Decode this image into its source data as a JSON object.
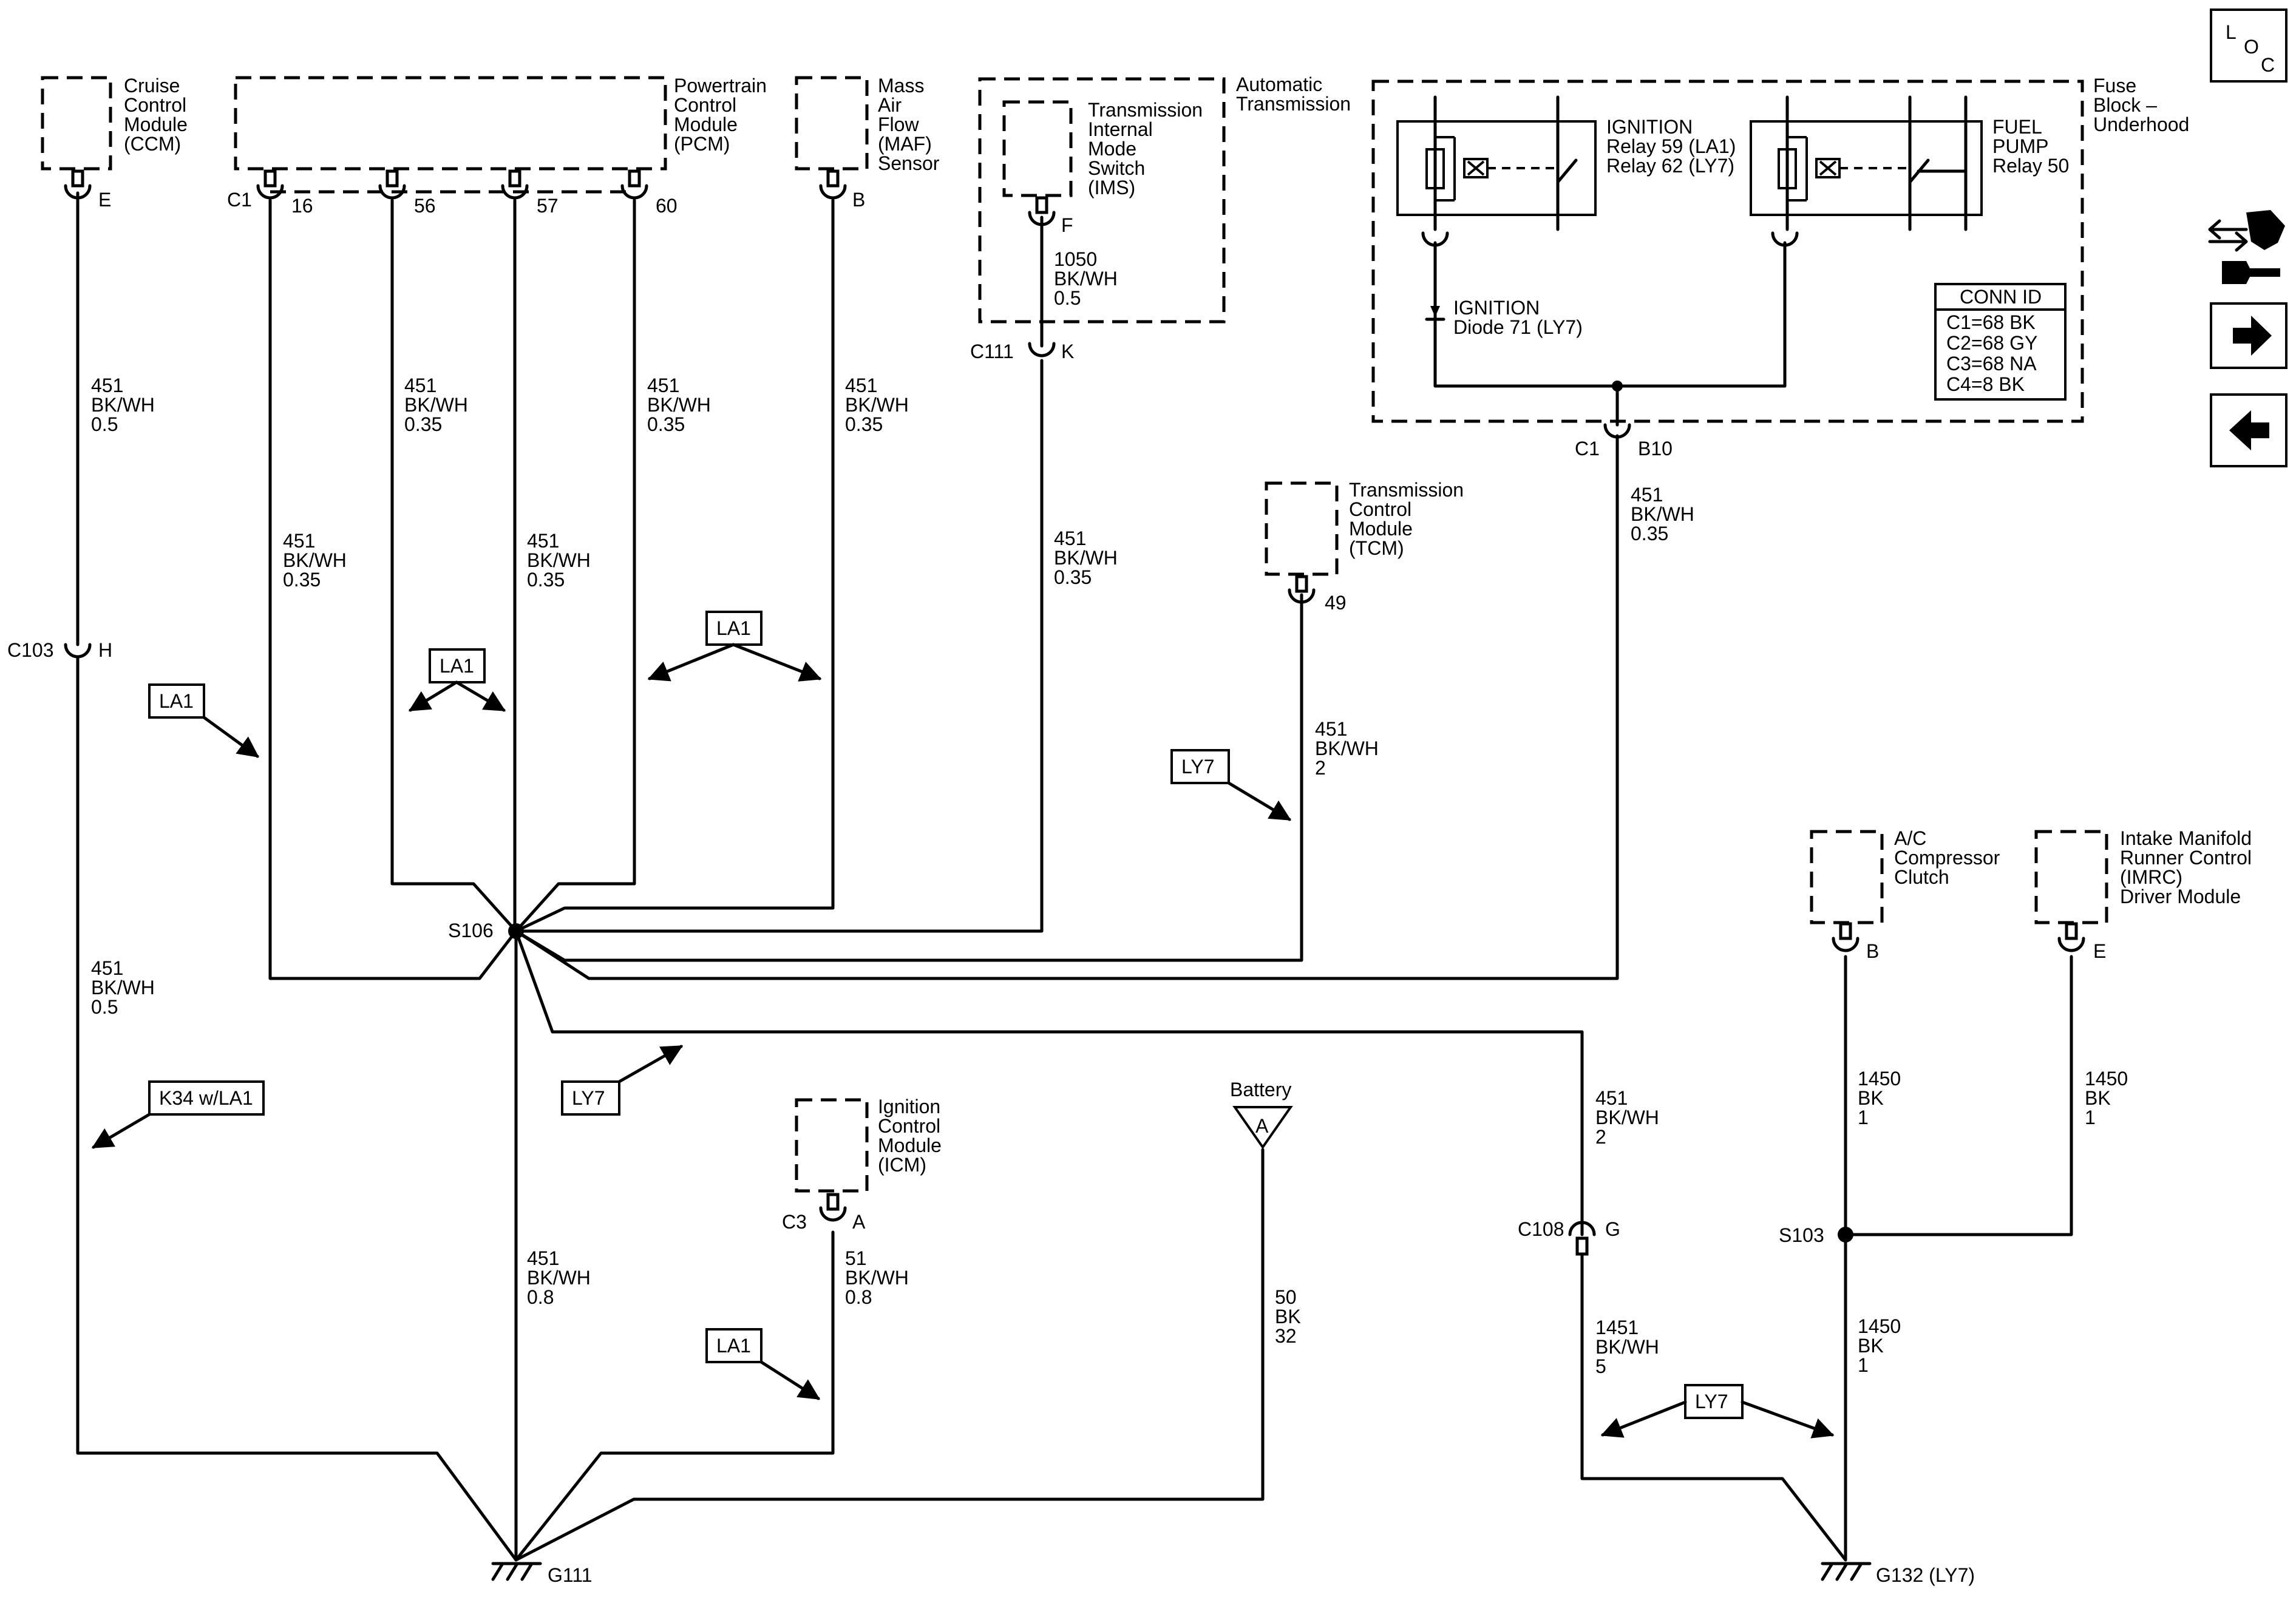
{
  "components": {
    "ccm": [
      "Cruise",
      "Control",
      "Module",
      "(CCM)"
    ],
    "pcm": [
      "Powertrain",
      "Control",
      "Module",
      "(PCM)"
    ],
    "maf": [
      "Mass",
      "Air",
      "Flow",
      "(MAF)",
      "Sensor"
    ],
    "auto_trans": [
      "Automatic",
      "Transmission"
    ],
    "ims": [
      "Transmission",
      "Internal",
      "Mode",
      "Switch",
      "(IMS)"
    ],
    "fuse_block": [
      "Fuse",
      "Block –",
      "Underhood"
    ],
    "ign_relay": [
      "IGNITION",
      "Relay 59 (LA1)",
      "Relay 62 (LY7)"
    ],
    "fuel_relay": [
      "FUEL",
      "PUMP",
      "Relay 50"
    ],
    "ign_diode": [
      "IGNITION",
      "Diode 71 (LY7)"
    ],
    "tcm": [
      "Transmission",
      "Control",
      "Module",
      "(TCM)"
    ],
    "ac": [
      "A/C",
      "Compressor",
      "Clutch"
    ],
    "imrc": [
      "Intake Manifold",
      "Runner Control",
      "(IMRC)",
      "Driver Module"
    ],
    "icm": [
      "Ignition",
      "Control",
      "Module",
      "(ICM)"
    ],
    "battery": "Battery",
    "battery_pin": "A"
  },
  "conn_id": {
    "title": "CONN ID",
    "rows": [
      "C1=68 BK",
      "C2=68 GY",
      "C3=68 NA",
      "C4=8 BK"
    ]
  },
  "pins": {
    "ccm_e": "E",
    "pcm_c1": "C1",
    "pcm_16": "16",
    "pcm_56": "56",
    "pcm_57": "57",
    "pcm_60": "60",
    "maf_b": "B",
    "ims_f": "F",
    "c111": "C111",
    "c111_k": "K",
    "fb_c1": "C1",
    "fb_b10": "B10",
    "tcm_49": "49",
    "c103": "C103",
    "c103_h": "H",
    "icm_c3": "C3",
    "icm_a": "A",
    "c108": "C108",
    "c108_g": "G",
    "ac_b": "B",
    "imrc_e": "E"
  },
  "splices": {
    "s106": "S106",
    "s103": "S103"
  },
  "grounds": {
    "g111": "G111",
    "g132": "G132 (LY7)"
  },
  "wires": {
    "ccm_top": [
      "451",
      "BK/WH",
      "0.5"
    ],
    "ccm_bot": [
      "451",
      "BK/WH",
      "0.5"
    ],
    "p16": [
      "451",
      "BK/WH",
      "0.35"
    ],
    "p56": [
      "451",
      "BK/WH",
      "0.35"
    ],
    "p57": [
      "451",
      "BK/WH",
      "0.35"
    ],
    "p60": [
      "451",
      "BK/WH",
      "0.35"
    ],
    "maf": [
      "451",
      "BK/WH",
      "0.35"
    ],
    "ims": [
      "1050",
      "BK/WH",
      "0.5"
    ],
    "c111": [
      "451",
      "BK/WH",
      "0.35"
    ],
    "fb": [
      "451",
      "BK/WH",
      "0.35"
    ],
    "tcm": [
      "451",
      "BK/WH",
      "2"
    ],
    "s106_ground": [
      "451",
      "BK/WH",
      "0.8"
    ],
    "icm": [
      "51",
      "BK/WH",
      "0.8"
    ],
    "battery": [
      "50",
      "BK",
      "32"
    ],
    "c108_top": [
      "451",
      "BK/WH",
      "2"
    ],
    "c108_bot": [
      "1451",
      "BK/WH",
      "5"
    ],
    "ac": [
      "1450",
      "BK",
      "1"
    ],
    "imrc": [
      "1450",
      "BK",
      "1"
    ],
    "s103_ground": [
      "1450",
      "BK",
      "1"
    ]
  },
  "option_labels": {
    "la1_a": "LA1",
    "la1_b": "LA1",
    "la1_c": "LA1",
    "la1_d": "LA1",
    "ly7_a": "LY7",
    "ly7_b": "LY7",
    "ly7_c": "LY7",
    "k34": "K34 w/LA1"
  },
  "loc": {
    "l": "L",
    "o": "O",
    "c": "C"
  }
}
